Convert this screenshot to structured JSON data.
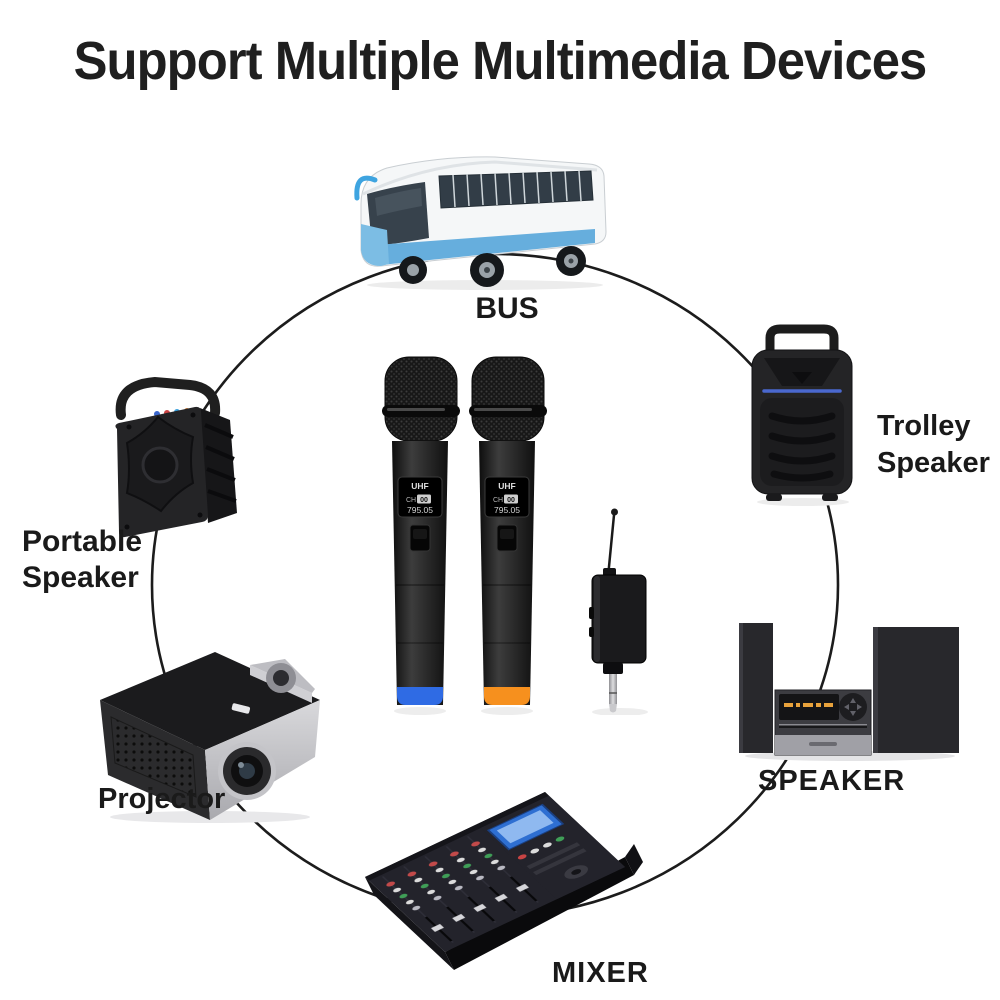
{
  "title": "Support Multiple Multimedia Devices",
  "devices": {
    "bus": {
      "label": "BUS"
    },
    "trolley_speaker": {
      "label_line1": "Trolley",
      "label_line2": "Speaker"
    },
    "hifi_speaker": {
      "label": "SPEAKER"
    },
    "mixer": {
      "label": "MIXER"
    },
    "projector": {
      "label": "Projector"
    },
    "portable_speaker": {
      "label_line1": "Portable",
      "label_line2": "Speaker"
    }
  },
  "microphones": {
    "display": {
      "band": "UHF",
      "channel_prefix": "CH",
      "channel_value": "00",
      "frequency": "795.05"
    },
    "left_accent_color": "#2f6be4",
    "right_accent_color": "#f6901e"
  },
  "colors": {
    "background": "#ffffff",
    "connector_line": "#1c1c1c",
    "title_text": "#1f1f1f",
    "label_text": "#1a1a1a",
    "bus_blue": "#66aedd",
    "led_strip_blue": "#4a68cf",
    "hifi_display_amber": "#e8a23c"
  }
}
